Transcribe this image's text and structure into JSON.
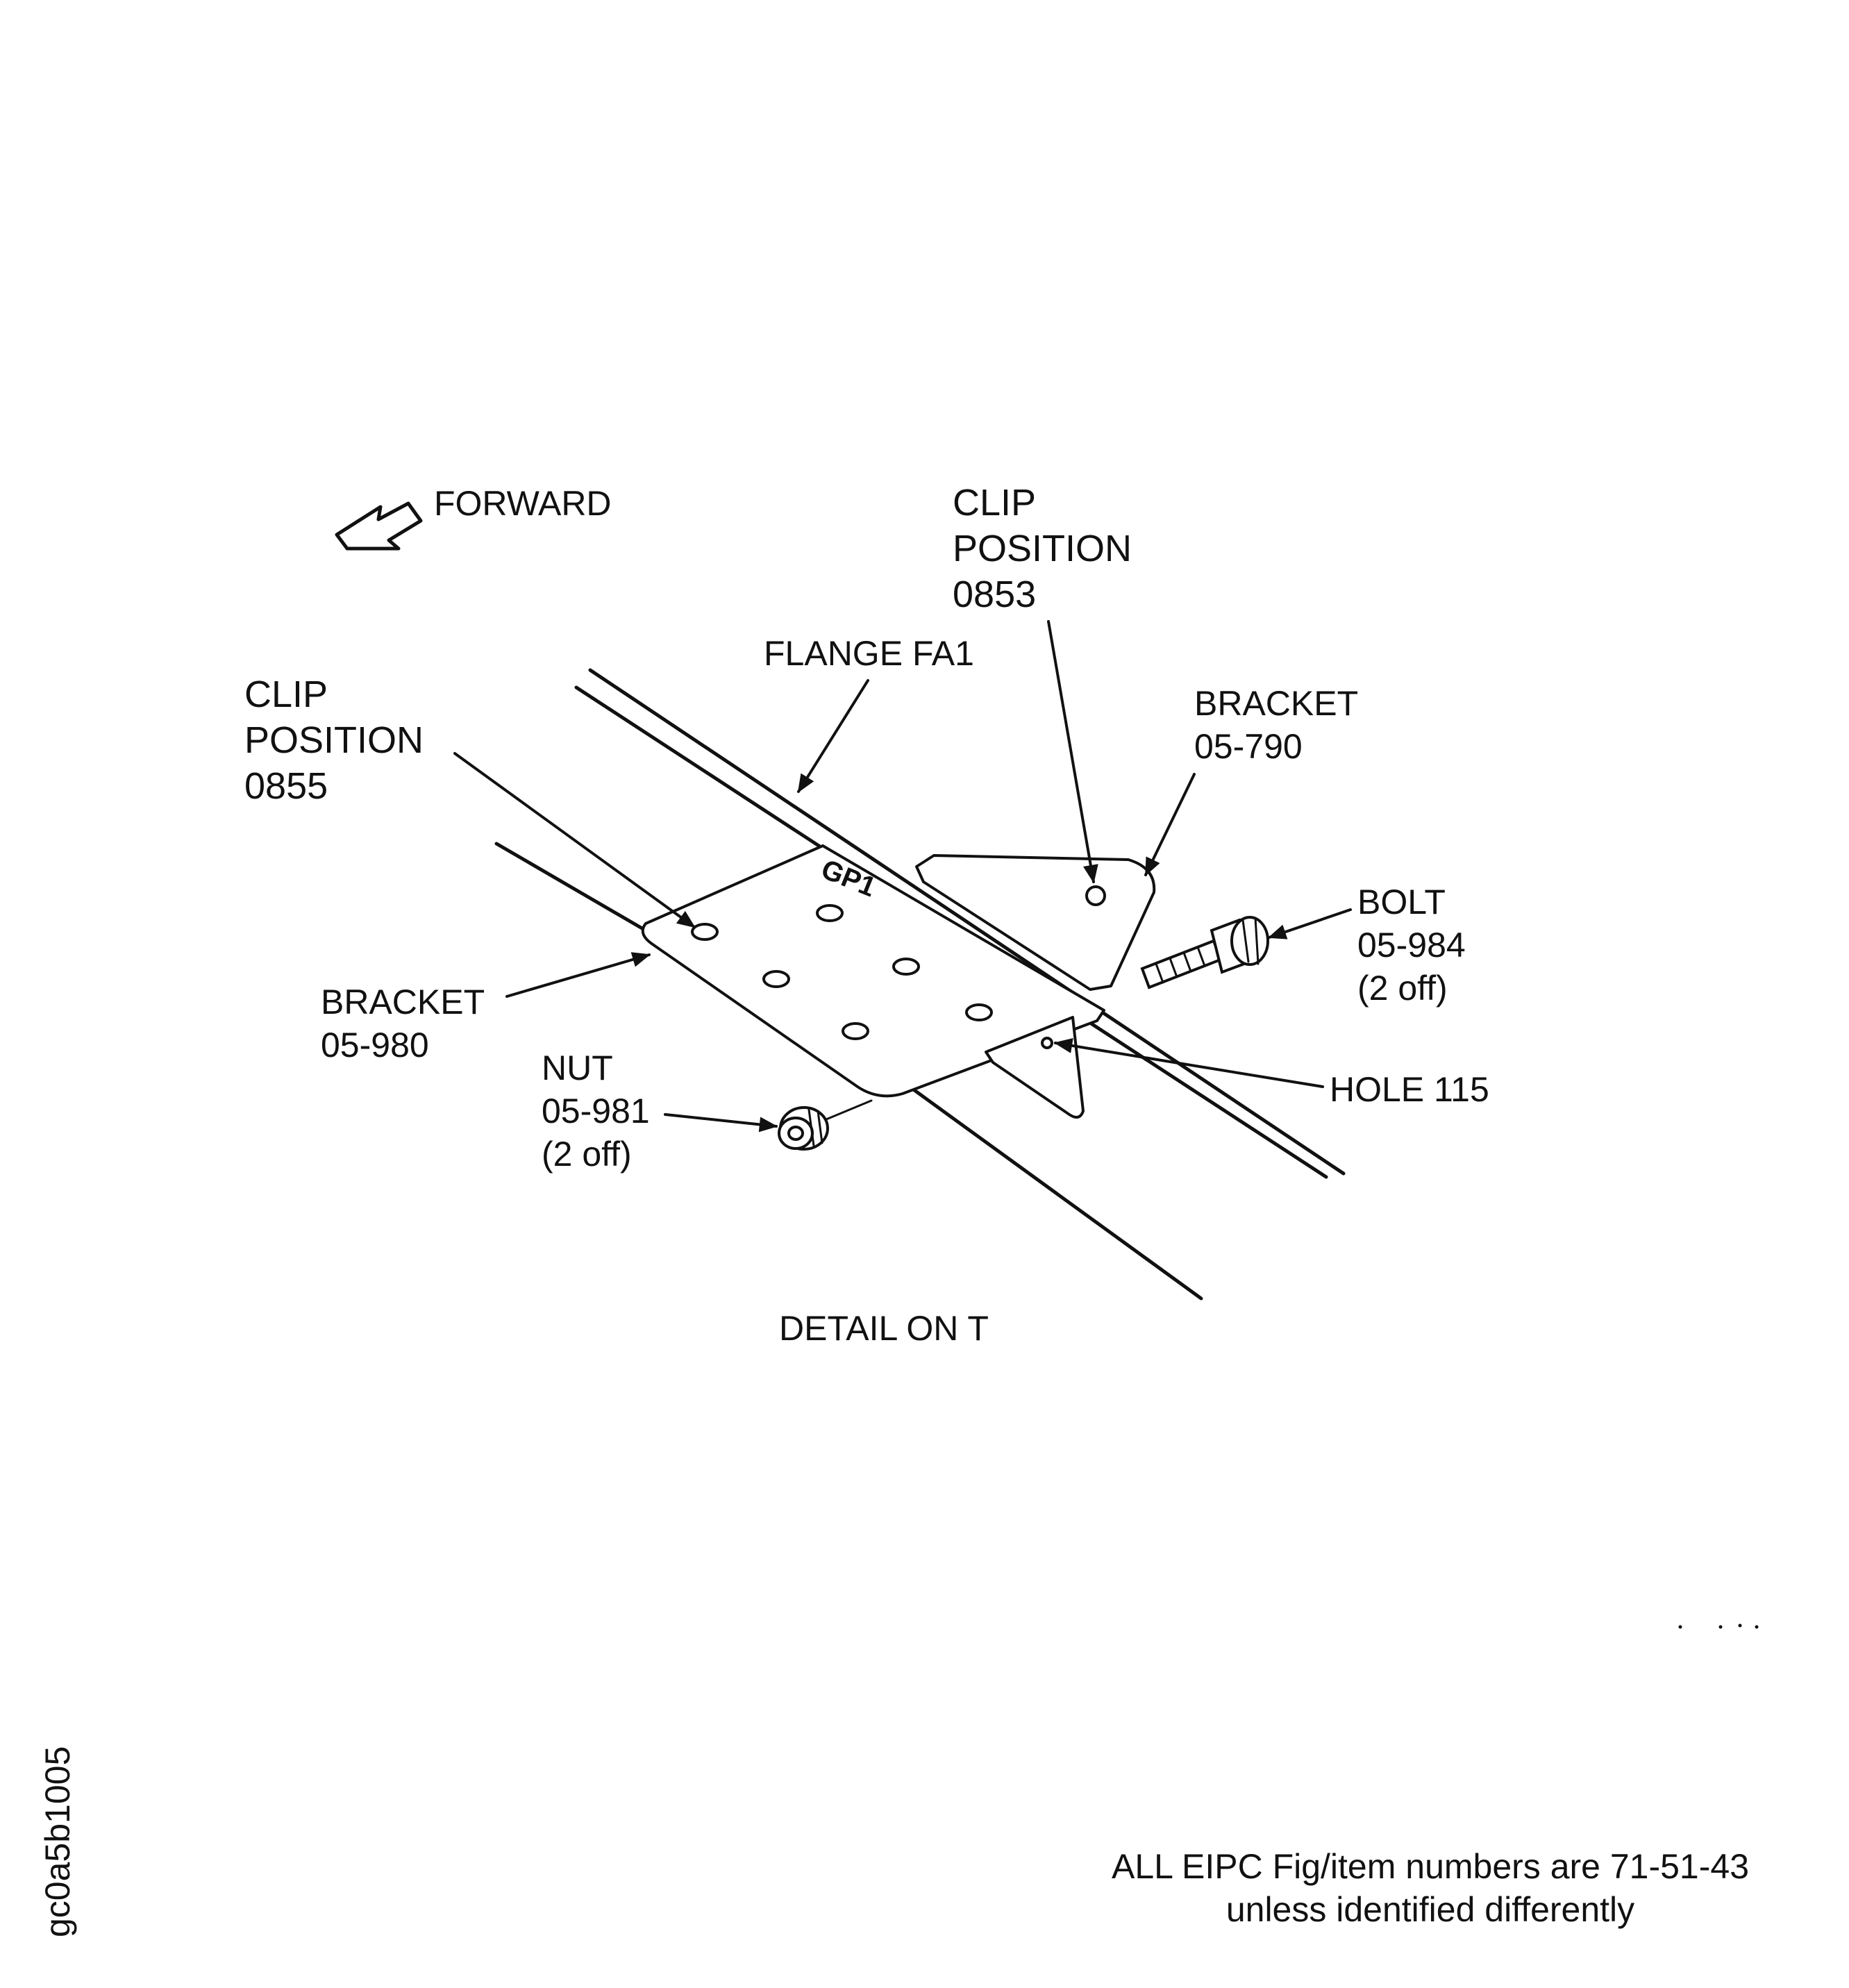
{
  "diagram": {
    "forward_label": "FORWARD",
    "clip_0853": {
      "line1": "CLIP",
      "line2": "POSITION",
      "line3": "0853"
    },
    "clip_0855": {
      "line1": "CLIP",
      "line2": "POSITION",
      "line3": "0855"
    },
    "flange": "FLANGE FA1",
    "bracket_790": {
      "name": "BRACKET",
      "number": "05-790"
    },
    "bracket_980": {
      "name": "BRACKET",
      "number": "05-980"
    },
    "bolt": {
      "name": "BOLT",
      "number": "05-984",
      "qty": "(2 off)"
    },
    "nut": {
      "name": "NUT",
      "number": "05-981",
      "qty": "(2 off)"
    },
    "hole": "HOLE 115",
    "plate_marking": "GP1",
    "detail_caption": "DETAIL ON T",
    "footer_note_line1": "ALL EIPC Fig/item numbers are 71-51-43",
    "footer_note_line2": "unless identified differently",
    "figure_id": "gc0a5b1005"
  },
  "colors": {
    "ink": "#111111",
    "background": "#ffffff"
  }
}
